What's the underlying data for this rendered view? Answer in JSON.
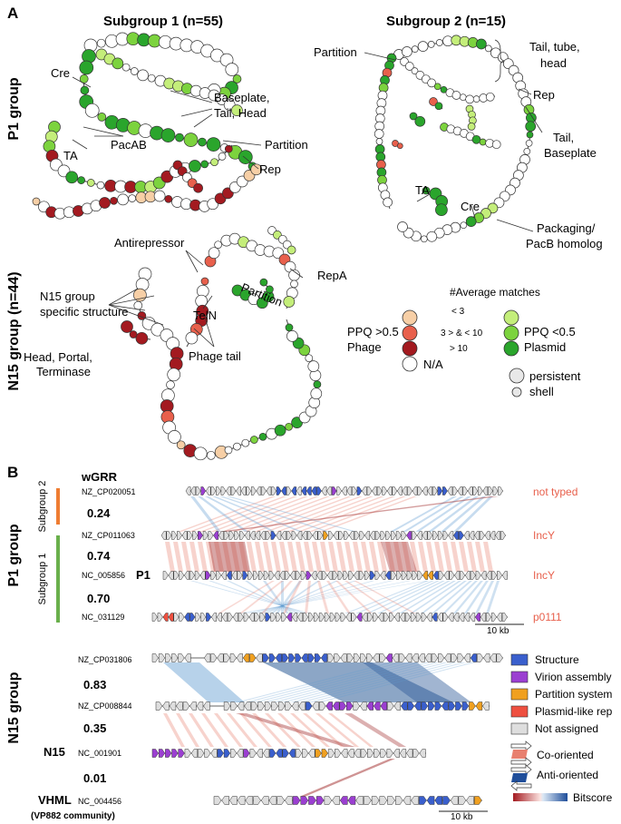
{
  "panelA": {
    "letter": "A",
    "sub1_title": "Subgroup 1 (n=55)",
    "sub2_title": "Subgroup 2 (n=15)",
    "row_p1": "P1 group",
    "row_n15": "N15 group (n=44)",
    "sub1_labels": {
      "cre": "Cre",
      "baseplate_1": "Baseplate,",
      "baseplate_2": "Tail, Head",
      "pacab": "PacAB",
      "ta": "TA",
      "partition": "Partition",
      "rep": "Rep"
    },
    "sub2_labels": {
      "partition": "Partition",
      "tail_1": "Tail, tube,",
      "tail_2": "head",
      "rep": "Rep",
      "tailbase_1": "Tail,",
      "tailbase_2": "Baseplate",
      "ta": "TA",
      "cre": "Cre",
      "pack_1": "Packaging/",
      "pack_2": "PacB homolog"
    },
    "n15_labels": {
      "antirepressor": "Antirepressor",
      "specific_1": "N15 group",
      "specific_2": "specific structure",
      "partition": "Partition",
      "repa": "RepA",
      "teln": "TelN",
      "head_1": "Head,  Portal,",
      "head_2": "Terminase",
      "phage_tail": "Phage tail"
    },
    "legend": {
      "title": "#Average matches",
      "phage_1": "PPQ >0.5",
      "phage_2": "Phage",
      "lt3": "< 3",
      "mid": "3 > & < 10",
      "gt10": "> 10",
      "na": "N/A",
      "plasmid_1": "PPQ <0.5",
      "plasmid_2": "Plasmid",
      "persistent": "persistent",
      "shell": "shell",
      "colors": {
        "phage_low": "#f7cfa6",
        "phage_mid": "#e8604c",
        "phage_high": "#a31a20",
        "plasmid_low": "#c4ee7a",
        "plasmid_mid": "#7cd33e",
        "plasmid_high": "#2aa52c",
        "na": "#ffffff"
      }
    }
  },
  "panelB": {
    "letter": "B",
    "wgrr": "wGRR",
    "p1_group": "P1 group",
    "n15_group": "N15 group",
    "subgroup2": "Subgroup 2",
    "subgroup1": "Subgroup 1",
    "p1_genomes": [
      {
        "acc": "NZ_CP020051",
        "type": "not typed"
      },
      {
        "acc": "NZ_CP011063",
        "type": "IncY"
      },
      {
        "acc": "NC_005856",
        "name": "P1",
        "type": "IncY"
      },
      {
        "acc": "NC_031129",
        "type": "p0111"
      }
    ],
    "p1_wgrr": [
      "0.24",
      "0.74",
      "0.70"
    ],
    "n15_genomes": [
      {
        "acc": "NZ_CP031806"
      },
      {
        "acc": "NZ_CP008844"
      },
      {
        "acc": "NC_001901",
        "name": "N15"
      },
      {
        "acc": "NC_004456",
        "name": "VHML",
        "community": "(VP882 community)"
      }
    ],
    "n15_wgrr": [
      "0.83",
      "0.35",
      "0.01"
    ],
    "scale": "10 kb",
    "legend": {
      "structure": "Structure",
      "virion": "Virion assembly",
      "partition": "Partition system",
      "plasmid_rep": "Plasmid-like rep",
      "not_assigned": "Not assigned",
      "co": "Co-oriented",
      "anti": "Anti-oriented",
      "bitscore": "Bitscore",
      "colors": {
        "structure": "#3a5fcd",
        "virion": "#9b3fd1",
        "partition": "#f0a020",
        "plasmid_rep": "#ee5040",
        "not_assigned": "#dedede",
        "co": "#e8806f",
        "anti": "#3c6fb0",
        "subgroup2_bar": "#ef7d32",
        "subgroup1_bar": "#6ab04c",
        "type_text": "#e8604c"
      }
    }
  }
}
